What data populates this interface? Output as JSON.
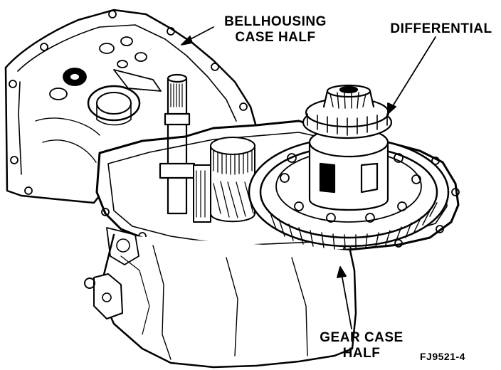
{
  "labels": {
    "bellhousing_line1": "BELLHOUSING",
    "bellhousing_line2": "CASE HALF",
    "differential": "DIFFERENTIAL",
    "gear_case_line1": "GEAR CASE",
    "gear_case_line2": "HALF"
  },
  "figure_id": "FJ9521-4"
}
